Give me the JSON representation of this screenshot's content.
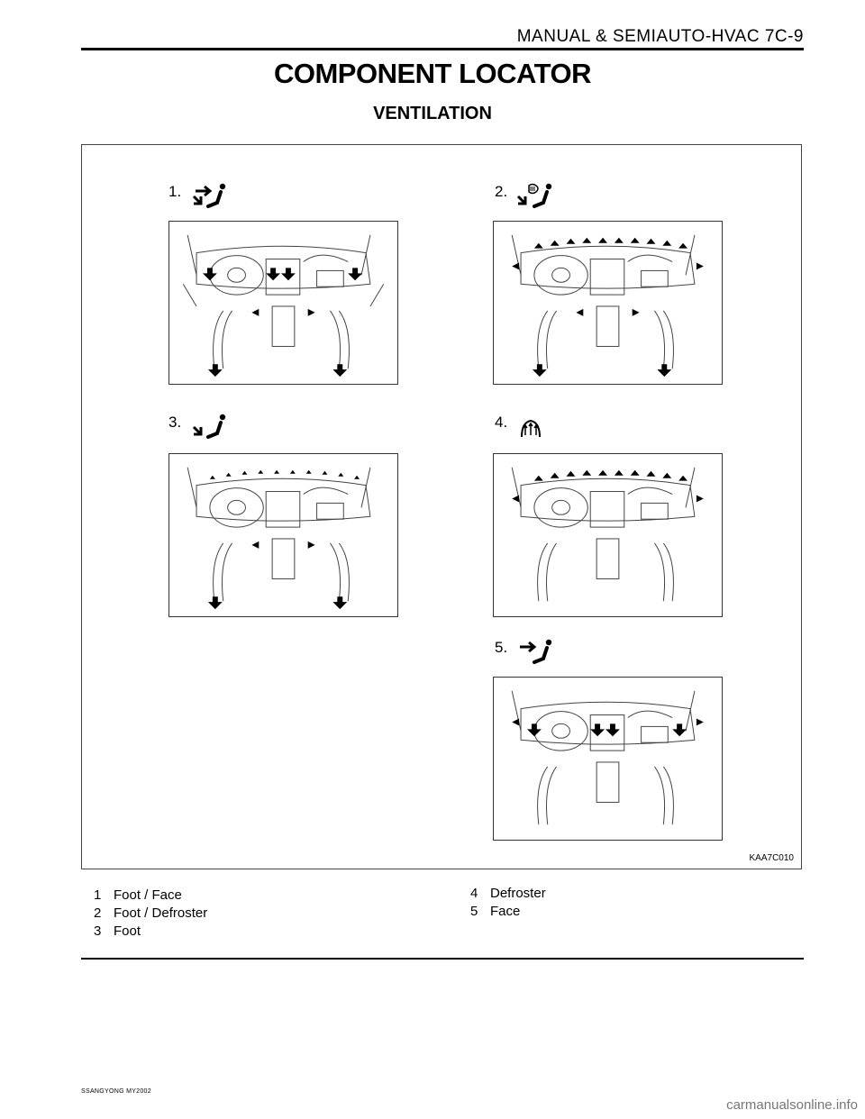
{
  "header": {
    "title": "MANUAL & SEMIAUTO-HVAC  7C-9"
  },
  "title": "COMPONENT LOCATOR",
  "subtitle": "VENTILATION",
  "figure": {
    "code": "KAA7C010",
    "panels": [
      {
        "label": "1.",
        "icon": "foot-face-mode-icon",
        "flow": "foot-face"
      },
      {
        "label": "2.",
        "icon": "foot-defroster-mode-icon",
        "flow": "foot-defroster"
      },
      {
        "label": "3.",
        "icon": "foot-mode-icon",
        "flow": "foot"
      },
      {
        "label": "4.",
        "icon": "defroster-mode-icon",
        "flow": "defroster"
      },
      {
        "label": "5.",
        "icon": "face-mode-icon",
        "flow": "face"
      }
    ]
  },
  "legend": {
    "left": [
      {
        "num": "1",
        "text": "Foot / Face"
      },
      {
        "num": "2",
        "text": "Foot / Defroster"
      },
      {
        "num": "3",
        "text": "Foot"
      }
    ],
    "right": [
      {
        "num": "4",
        "text": "Defroster"
      },
      {
        "num": "5",
        "text": "Face"
      }
    ]
  },
  "footer": {
    "brand": "SSANGYONG  MY2002"
  },
  "watermark": "carmanualsonline.info"
}
